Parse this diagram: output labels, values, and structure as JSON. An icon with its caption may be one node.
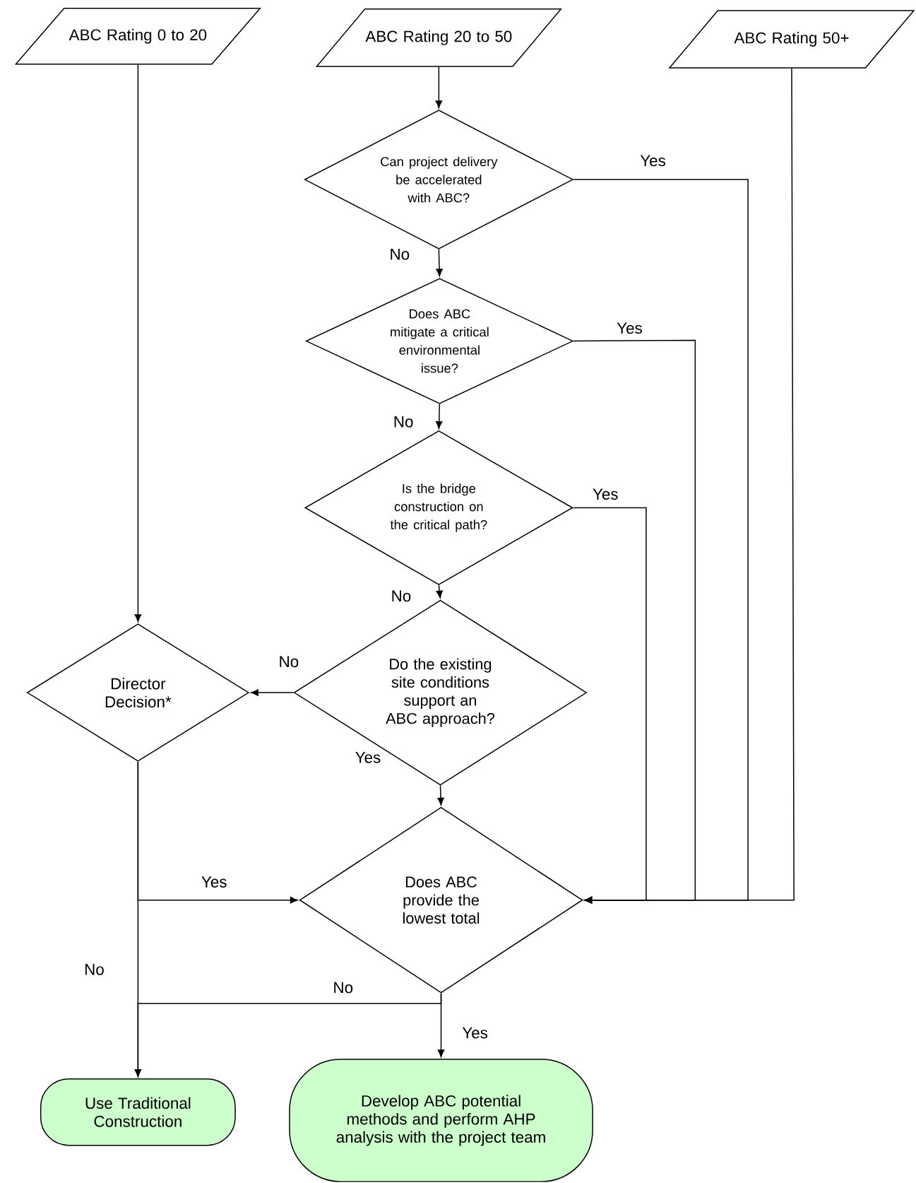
{
  "diagram": {
    "nodes": [
      {
        "text": [
          "ABC Rating 0 to 20"
        ]
      },
      {
        "text": [
          "ABC Rating 20 to 50"
        ]
      },
      {
        "text": [
          "ABC Rating 50+"
        ]
      },
      {
        "text": [
          "Can project delivery be accelerated with ABC?"
        ]
      },
      {
        "text": [
          "Does ABC mitigate a critical environmental issue?"
        ]
      },
      {
        "text": [
          "Is the bridge construction on the critical path?"
        ]
      },
      {
        "text": [
          "Do the existing site conditions support an ABC approach?"
        ]
      },
      {
        "text": [
          "Director Decision*"
        ]
      },
      {
        "text": [
          "Does ABC provide the lowest total"
        ]
      },
      {
        "text": [
          "Use Traditional Construction"
        ]
      },
      {
        "text": [
          "Develop ABC potential methods and perform AHP analysis with the project team"
        ]
      }
    ],
    "edges": [
      {
        "from": 0,
        "to": 7,
        "arrow": "to"
      },
      {
        "from": 1,
        "to": 3,
        "arrow": "to"
      },
      {
        "from": 3,
        "to": 4,
        "arrow": "to",
        "label": "No"
      },
      {
        "from": 4,
        "to": 5,
        "arrow": "to",
        "label": "No"
      },
      {
        "from": 5,
        "to": 6,
        "arrow": "to",
        "label": "No"
      },
      {
        "from": 6,
        "to": 7,
        "arrow": "to",
        "label": "No"
      },
      {
        "from": 6,
        "to": 8,
        "arrow": "to",
        "label": "Yes"
      },
      {
        "from": 3,
        "to": 8,
        "arrow": "to",
        "label": "Yes"
      },
      {
        "from": 4,
        "to": 8,
        "arrow": "to",
        "label": "Yes"
      },
      {
        "from": 5,
        "to": 8,
        "arrow": "to",
        "label": "Yes"
      },
      {
        "from": 2,
        "to": 8,
        "arrow": "to"
      },
      {
        "from": 7,
        "to": 8,
        "arrow": "to",
        "label": "Yes"
      },
      {
        "from": 7,
        "to": 9,
        "arrow": "to",
        "label": "No"
      },
      {
        "from": 8,
        "to": 9,
        "arrow": "to",
        "label": "No"
      },
      {
        "from": 8,
        "to": 10,
        "arrow": "to",
        "label": "Yes"
      }
    ]
  }
}
